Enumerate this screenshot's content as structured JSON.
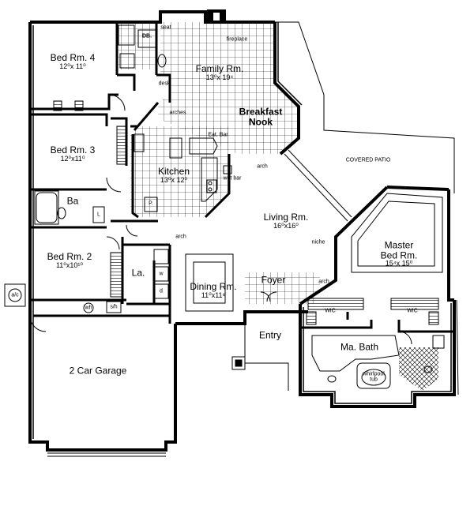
{
  "rooms": {
    "bed4": {
      "name": "Bed Rm. 4",
      "dim": "12⁰x 11⁰"
    },
    "bed3": {
      "name": "Bed Rm. 3",
      "dim": "12⁰x11⁰"
    },
    "bed2": {
      "name": "Bed Rm. 2",
      "dim": "11⁰x10¹⁰"
    },
    "family": {
      "name": "Family Rm.",
      "dim": "13⁰x 19⁴"
    },
    "breakfast": {
      "name": "Breakfast\nNook"
    },
    "kitchen": {
      "name": "Kitchen",
      "dim": "13⁰x 12⁰"
    },
    "living": {
      "name": "Living Rm.",
      "dim": "16⁰x16⁰"
    },
    "master": {
      "name": "Master\nBed Rm.",
      "dim": "15⁴x 15⁰"
    },
    "dining": {
      "name": "Dining Rm.",
      "dim": "11⁰x11⁶"
    },
    "foyer": {
      "name": "Foyer"
    },
    "entry": {
      "name": "Entry"
    },
    "mabath": {
      "name": "Ma. Bath"
    },
    "garage": {
      "name": "2 Car Garage"
    },
    "bath": {
      "name": "Ba"
    },
    "laundry": {
      "name": "La."
    }
  },
  "small_labels": {
    "fireplace": "fireplace",
    "seat": "seat",
    "desk": "desk",
    "arches": "arches",
    "eat_bar": "Eat. Bar",
    "arch1": "arch",
    "arch2": "arch",
    "arch3": "arch",
    "wet_bar": "wet bar",
    "covered_patio": "COVERED PATIO",
    "niche": "niche",
    "wic1": "WIC",
    "wic2": "WIC",
    "whirlpool": "whirlpool\ntub",
    "ac": "a/c",
    "wh": "wh",
    "sh": "s/h",
    "p": "P.",
    "l": "L",
    "w": "w",
    "d": "d",
    "db": "DB."
  }
}
